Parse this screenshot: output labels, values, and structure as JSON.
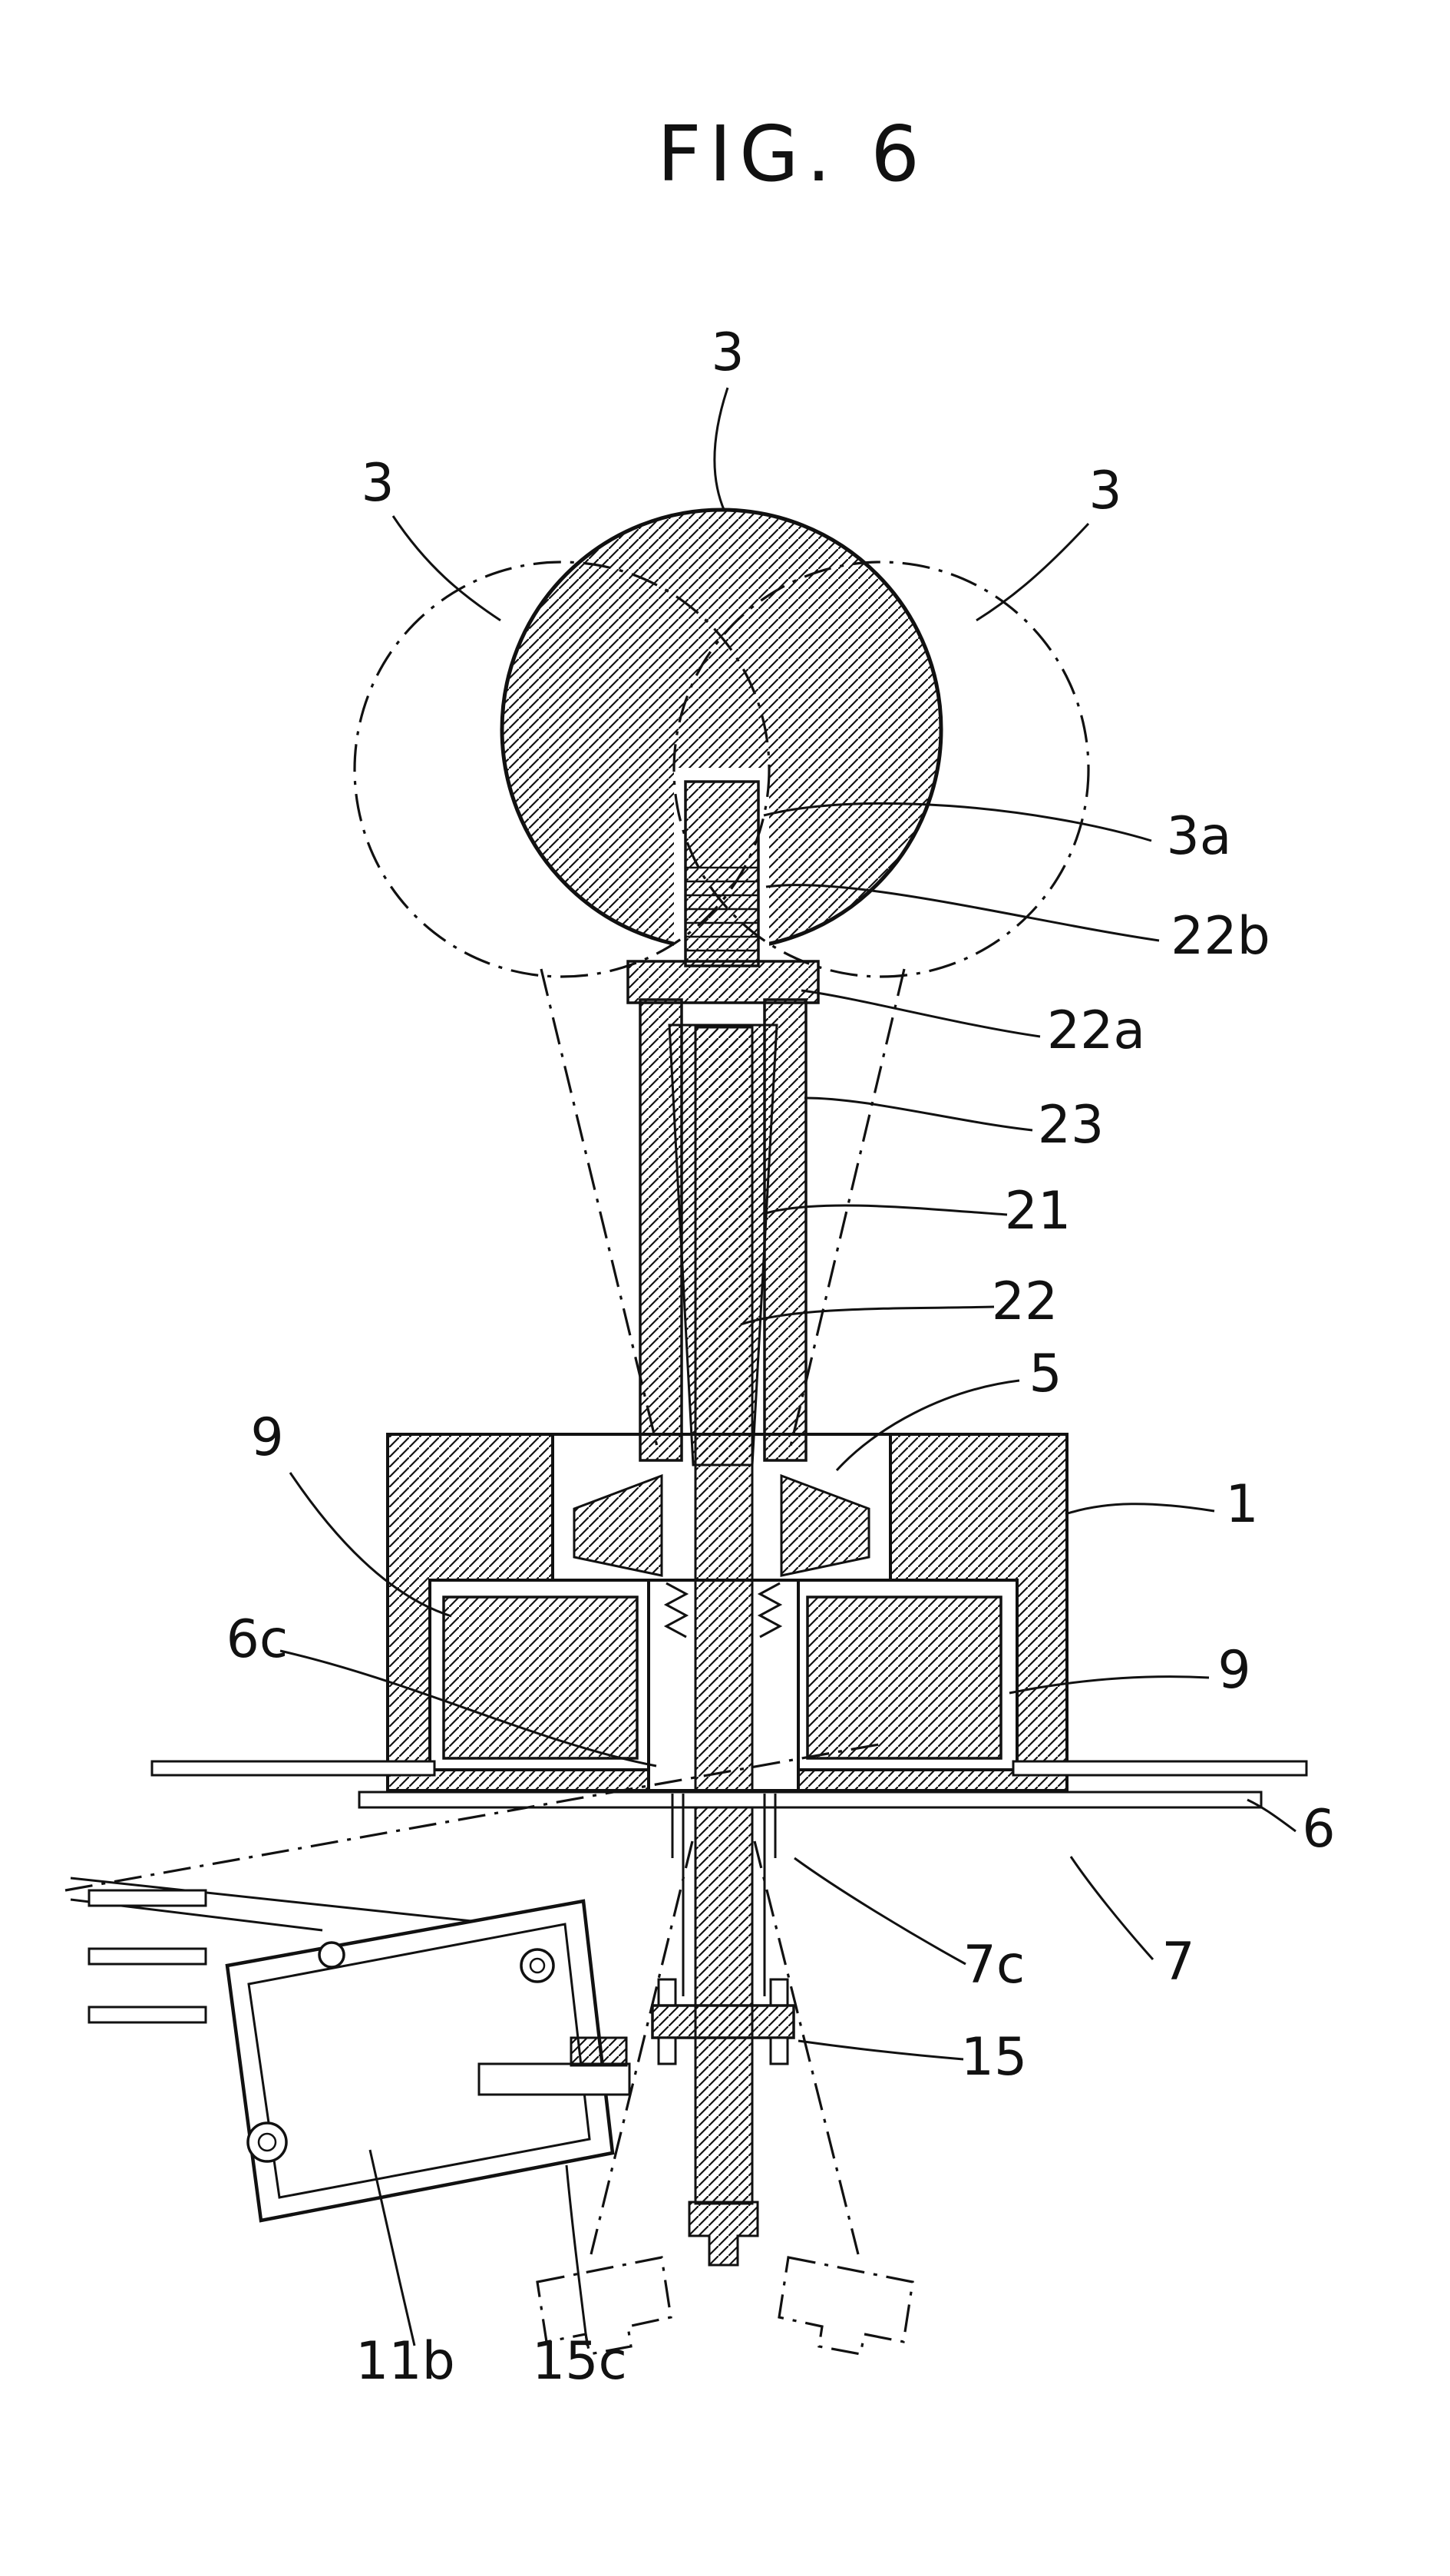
{
  "figure": {
    "title": "FIG. 6",
    "labels": {
      "n3_top": "3",
      "n3_left": "3",
      "n3_right": "3",
      "n3a": "3a",
      "n22b": "22b",
      "n22a": "22a",
      "n23": "23",
      "n21": "21",
      "n22": "22",
      "n5": "5",
      "n9_left": "9",
      "n1": "1",
      "n6c": "6c",
      "n9_right": "9",
      "n6": "6",
      "n7c": "7c",
      "n7": "7",
      "n15": "15",
      "n11b": "11b",
      "n15c": "15c"
    },
    "colors": {
      "ink": "#111111",
      "background": "#ffffff"
    }
  }
}
